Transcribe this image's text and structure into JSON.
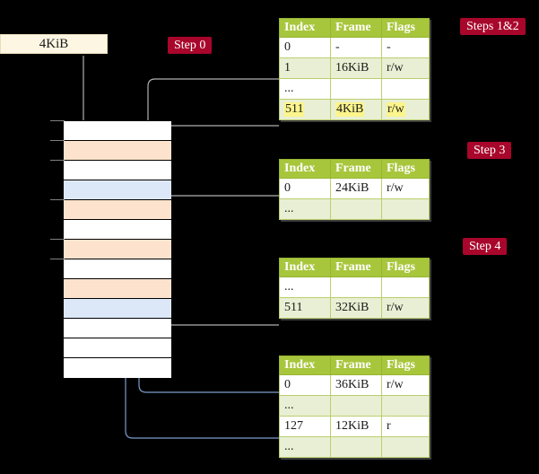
{
  "diagram": {
    "title_hidden": "",
    "size_box": {
      "label": "4KiB"
    },
    "steps": [
      {
        "name": "step-0",
        "label": "Step 0"
      },
      {
        "name": "steps-1-2",
        "label": "Steps 1&2"
      },
      {
        "name": "step-3",
        "label": "Step 3"
      },
      {
        "name": "step-4",
        "label": "Step 4"
      }
    ],
    "columns": [
      "Index",
      "Frame",
      "Flags"
    ],
    "tables": [
      {
        "name": "page-table-level-4",
        "rows": [
          {
            "index": "0",
            "frame": "-",
            "flags": "-",
            "alt": false,
            "highlight": false
          },
          {
            "index": "1",
            "frame": "16KiB",
            "flags": "r/w",
            "alt": true,
            "highlight": false
          },
          {
            "index": "...",
            "frame": "",
            "flags": "",
            "alt": false,
            "highlight": false
          },
          {
            "index": "511",
            "frame": "4KiB",
            "flags": "r/w",
            "alt": true,
            "highlight": true
          }
        ]
      },
      {
        "name": "page-table-level-3",
        "rows": [
          {
            "index": "0",
            "frame": "24KiB",
            "flags": "r/w",
            "alt": false,
            "highlight": false
          },
          {
            "index": "...",
            "frame": "",
            "flags": "",
            "alt": true,
            "highlight": false
          }
        ]
      },
      {
        "name": "page-table-level-2",
        "rows": [
          {
            "index": "...",
            "frame": "",
            "flags": "",
            "alt": false,
            "highlight": false
          },
          {
            "index": "511",
            "frame": "32KiB",
            "flags": "r/w",
            "alt": true,
            "highlight": false
          }
        ]
      },
      {
        "name": "page-table-level-1",
        "rows": [
          {
            "index": "0",
            "frame": "36KiB",
            "flags": "r/w",
            "alt": false,
            "highlight": false
          },
          {
            "index": "...",
            "frame": "",
            "flags": "",
            "alt": true,
            "highlight": false
          },
          {
            "index": "127",
            "frame": "12KiB",
            "flags": "r",
            "alt": false,
            "highlight": false
          },
          {
            "index": "...",
            "frame": "",
            "flags": "",
            "alt": true,
            "highlight": false
          }
        ]
      }
    ],
    "memory_rows": [
      {
        "fill": "white"
      },
      {
        "fill": "orange"
      },
      {
        "fill": "white"
      },
      {
        "fill": "blue"
      },
      {
        "fill": "orange"
      },
      {
        "fill": "white"
      },
      {
        "fill": "orange"
      },
      {
        "fill": "white"
      },
      {
        "fill": "orange"
      },
      {
        "fill": "blue"
      },
      {
        "fill": "white"
      },
      {
        "fill": "white"
      },
      {
        "fill": "white"
      }
    ],
    "colors": {
      "background": "#000000",
      "table_header": "#a8c63c",
      "table_alt_row": "#e9efd4",
      "highlight": "#fbf58c",
      "step_pill": "#a8062b",
      "size_box": "#fdf6e3",
      "mem_orange": "#fde3cd",
      "mem_blue": "#dce8f7",
      "wire_gray": "#b0b0b0",
      "wire_blue": "#7c9ccc"
    }
  }
}
